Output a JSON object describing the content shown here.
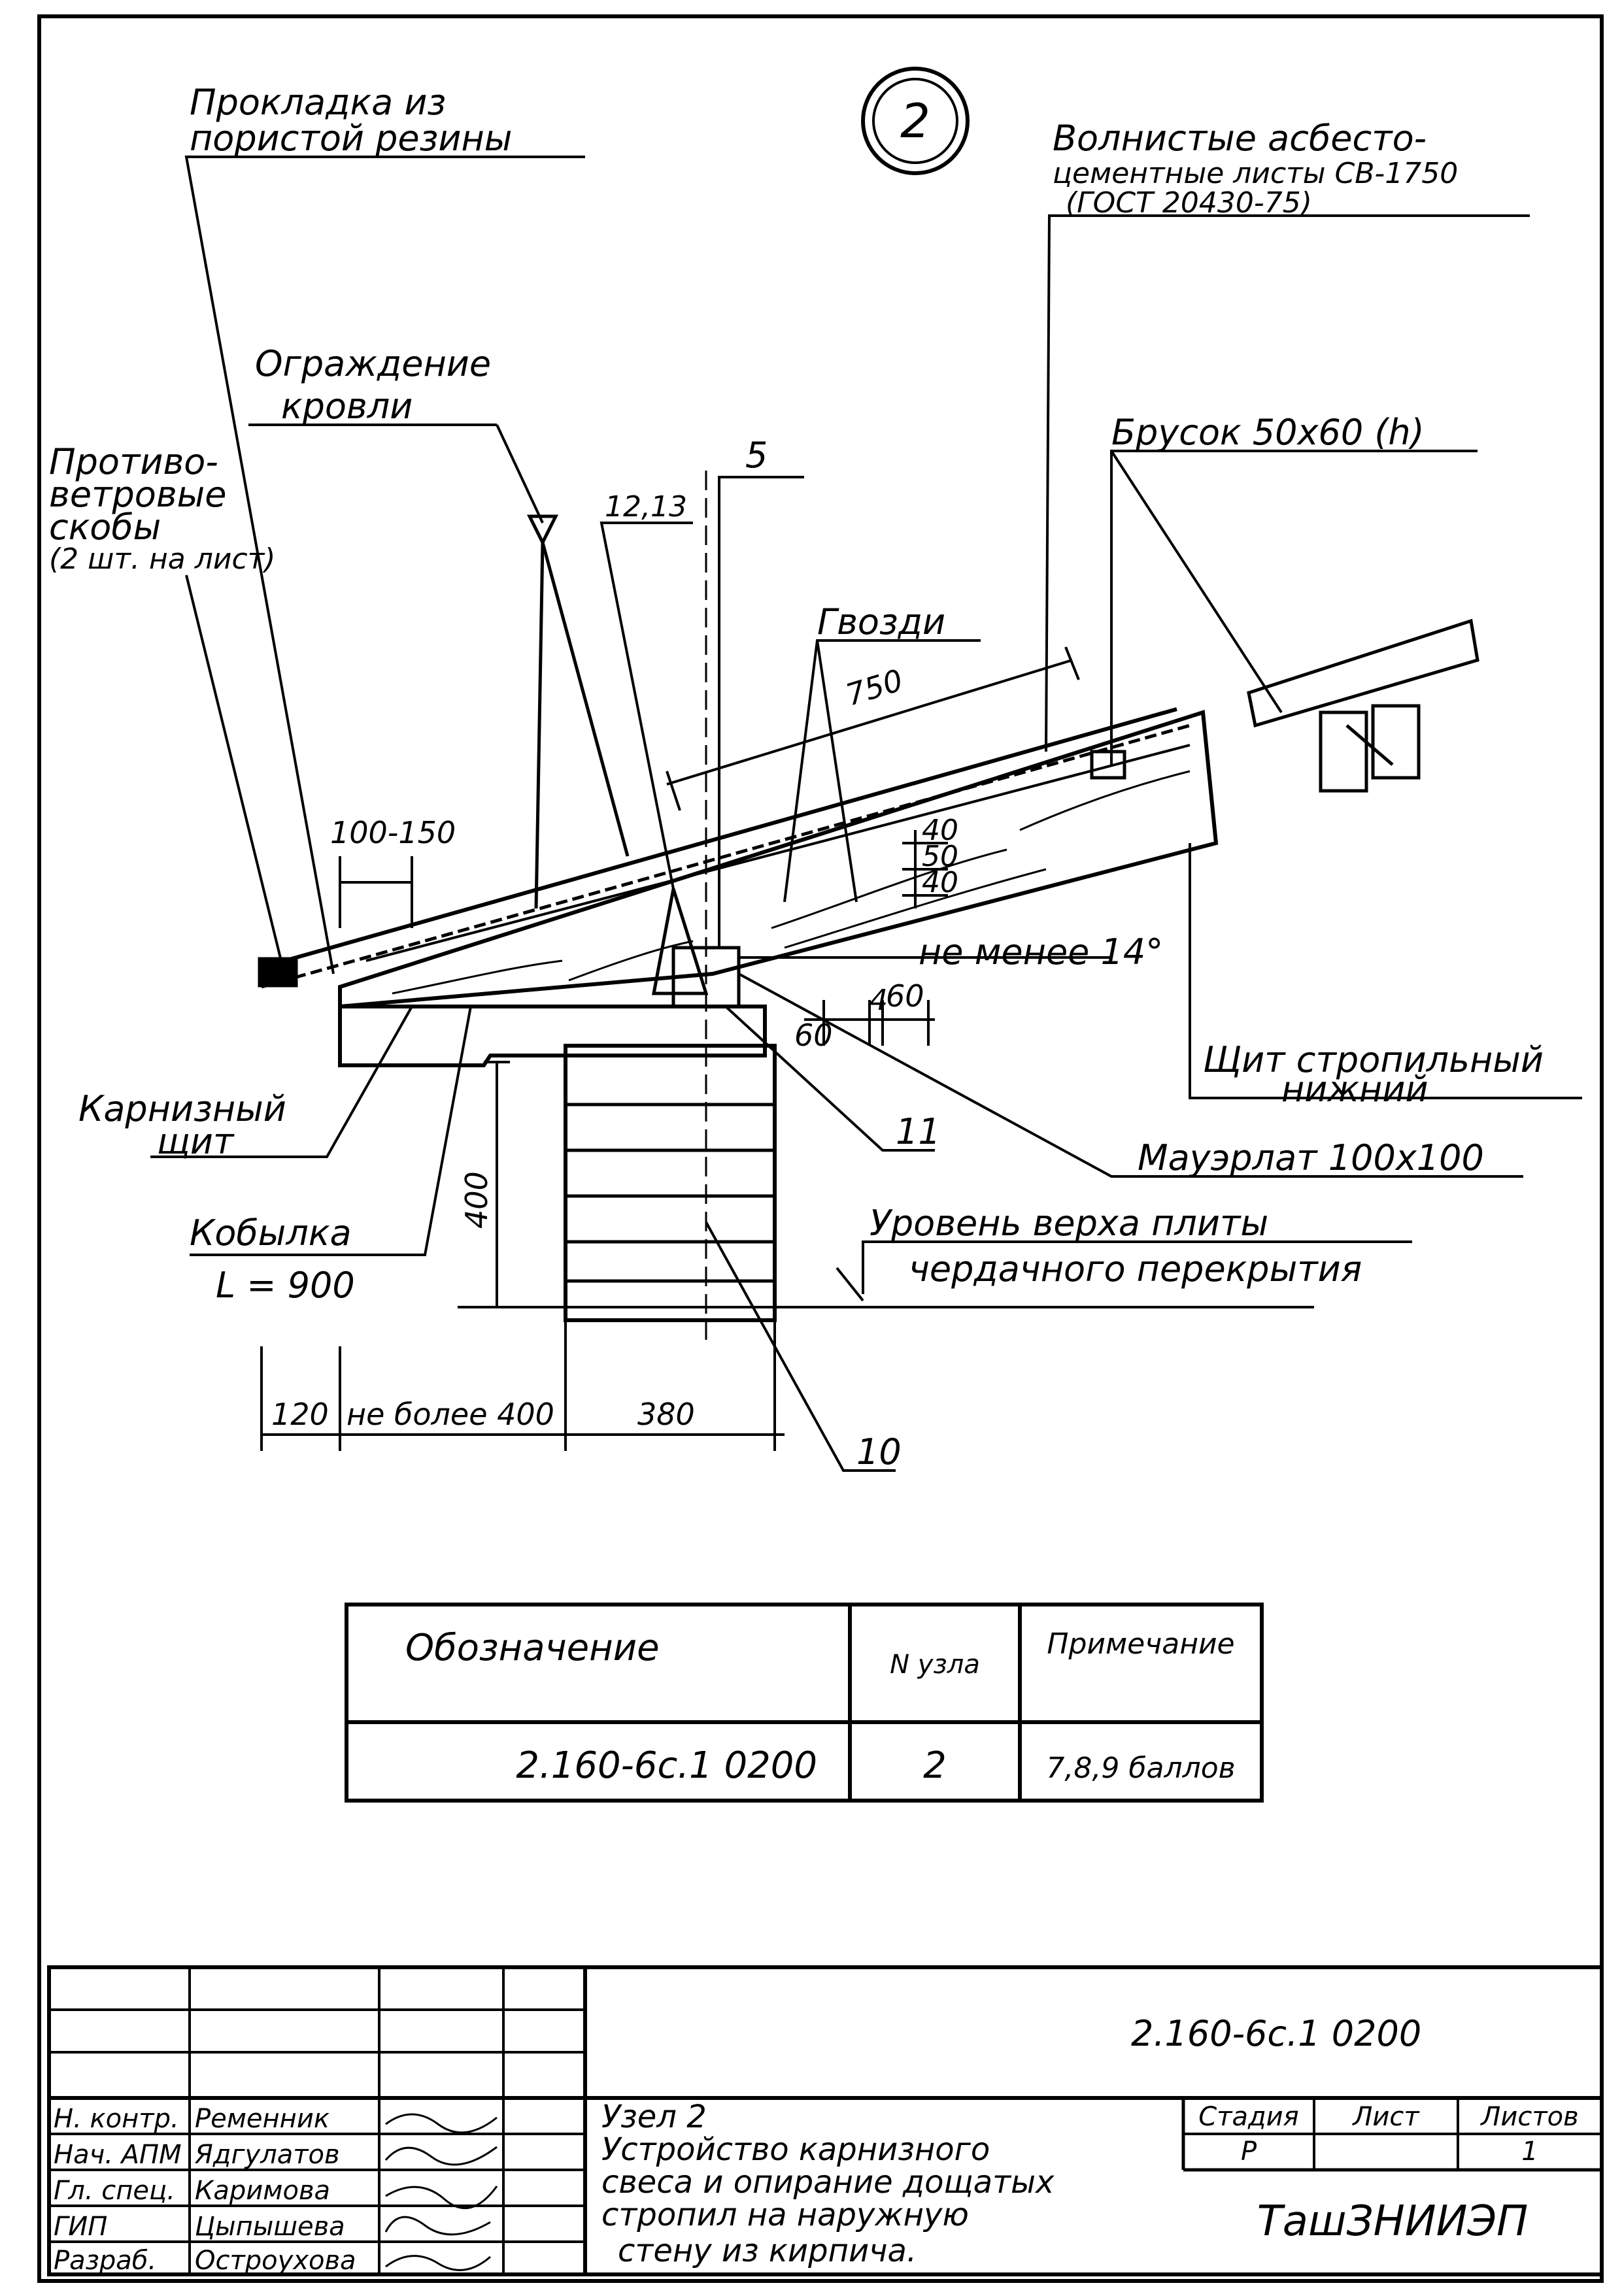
{
  "node_number": "2",
  "labels": {
    "gasket": [
      "Прокладка из",
      "пористой резины"
    ],
    "sheets": [
      "Волнистые асбесто-",
      "цементные листы СВ-1750",
      "(ГОСТ 20430-75)"
    ],
    "fence": [
      "Ограждение",
      "кровли"
    ],
    "bar": "Брусок 50x60 (h)",
    "clamps": [
      "Противо-",
      "ветровые",
      "скобы",
      "(2 шт. на лист)"
    ],
    "ref_12_13": "12,13",
    "ref_5": "5",
    "nails": "Гвозди",
    "eave_board": [
      "Карнизный",
      "щит"
    ],
    "kobylka": [
      "Кобылка",
      "L = 900"
    ],
    "rafter_board": [
      "Щит стропильный",
      "нижний"
    ],
    "ref_11": "11",
    "mauerlat": "Мауэрлат 100x100",
    "slab_level": [
      "Уровень верха плиты",
      "чердачного перекрытия"
    ],
    "ref_10": "10",
    "slope": "не менее 14°"
  },
  "dimensions": {
    "d750": "750",
    "d100_150": "100-150",
    "d40a": "40",
    "d50": "50",
    "d40b": "40",
    "d60a": "60",
    "d4": "4",
    "d60b": "60",
    "d400": "400",
    "d120": "120",
    "d_max400": "не более 400",
    "d380": "380"
  },
  "table": {
    "headers": [
      "Обозначение",
      "N узла",
      "Примечание"
    ],
    "rows": [
      [
        "2.160-6с.1  0200",
        "2",
        "7,8,9 баллов"
      ]
    ]
  },
  "stamp": {
    "code": "2.160-6с.1  0200",
    "roles": [
      "Н. контр.",
      "Нач. АПМ",
      "Гл. спец.",
      "ГИП",
      "Разраб."
    ],
    "names": [
      "Ременник",
      "Ядгулатов",
      "Каримова",
      "Цыпышева",
      "Остроухова"
    ],
    "title": [
      "Узел 2",
      "Устройство карнизного",
      "свеса и опирание дощатых",
      "стропил на наружную",
      "стену из кирпича."
    ],
    "stage_label": "Стадия",
    "sheet_label": "Лист",
    "sheets_label": "Листов",
    "stage": "Р",
    "sheet": "",
    "sheets": "1",
    "org": "ТашЗНИИЭП"
  }
}
